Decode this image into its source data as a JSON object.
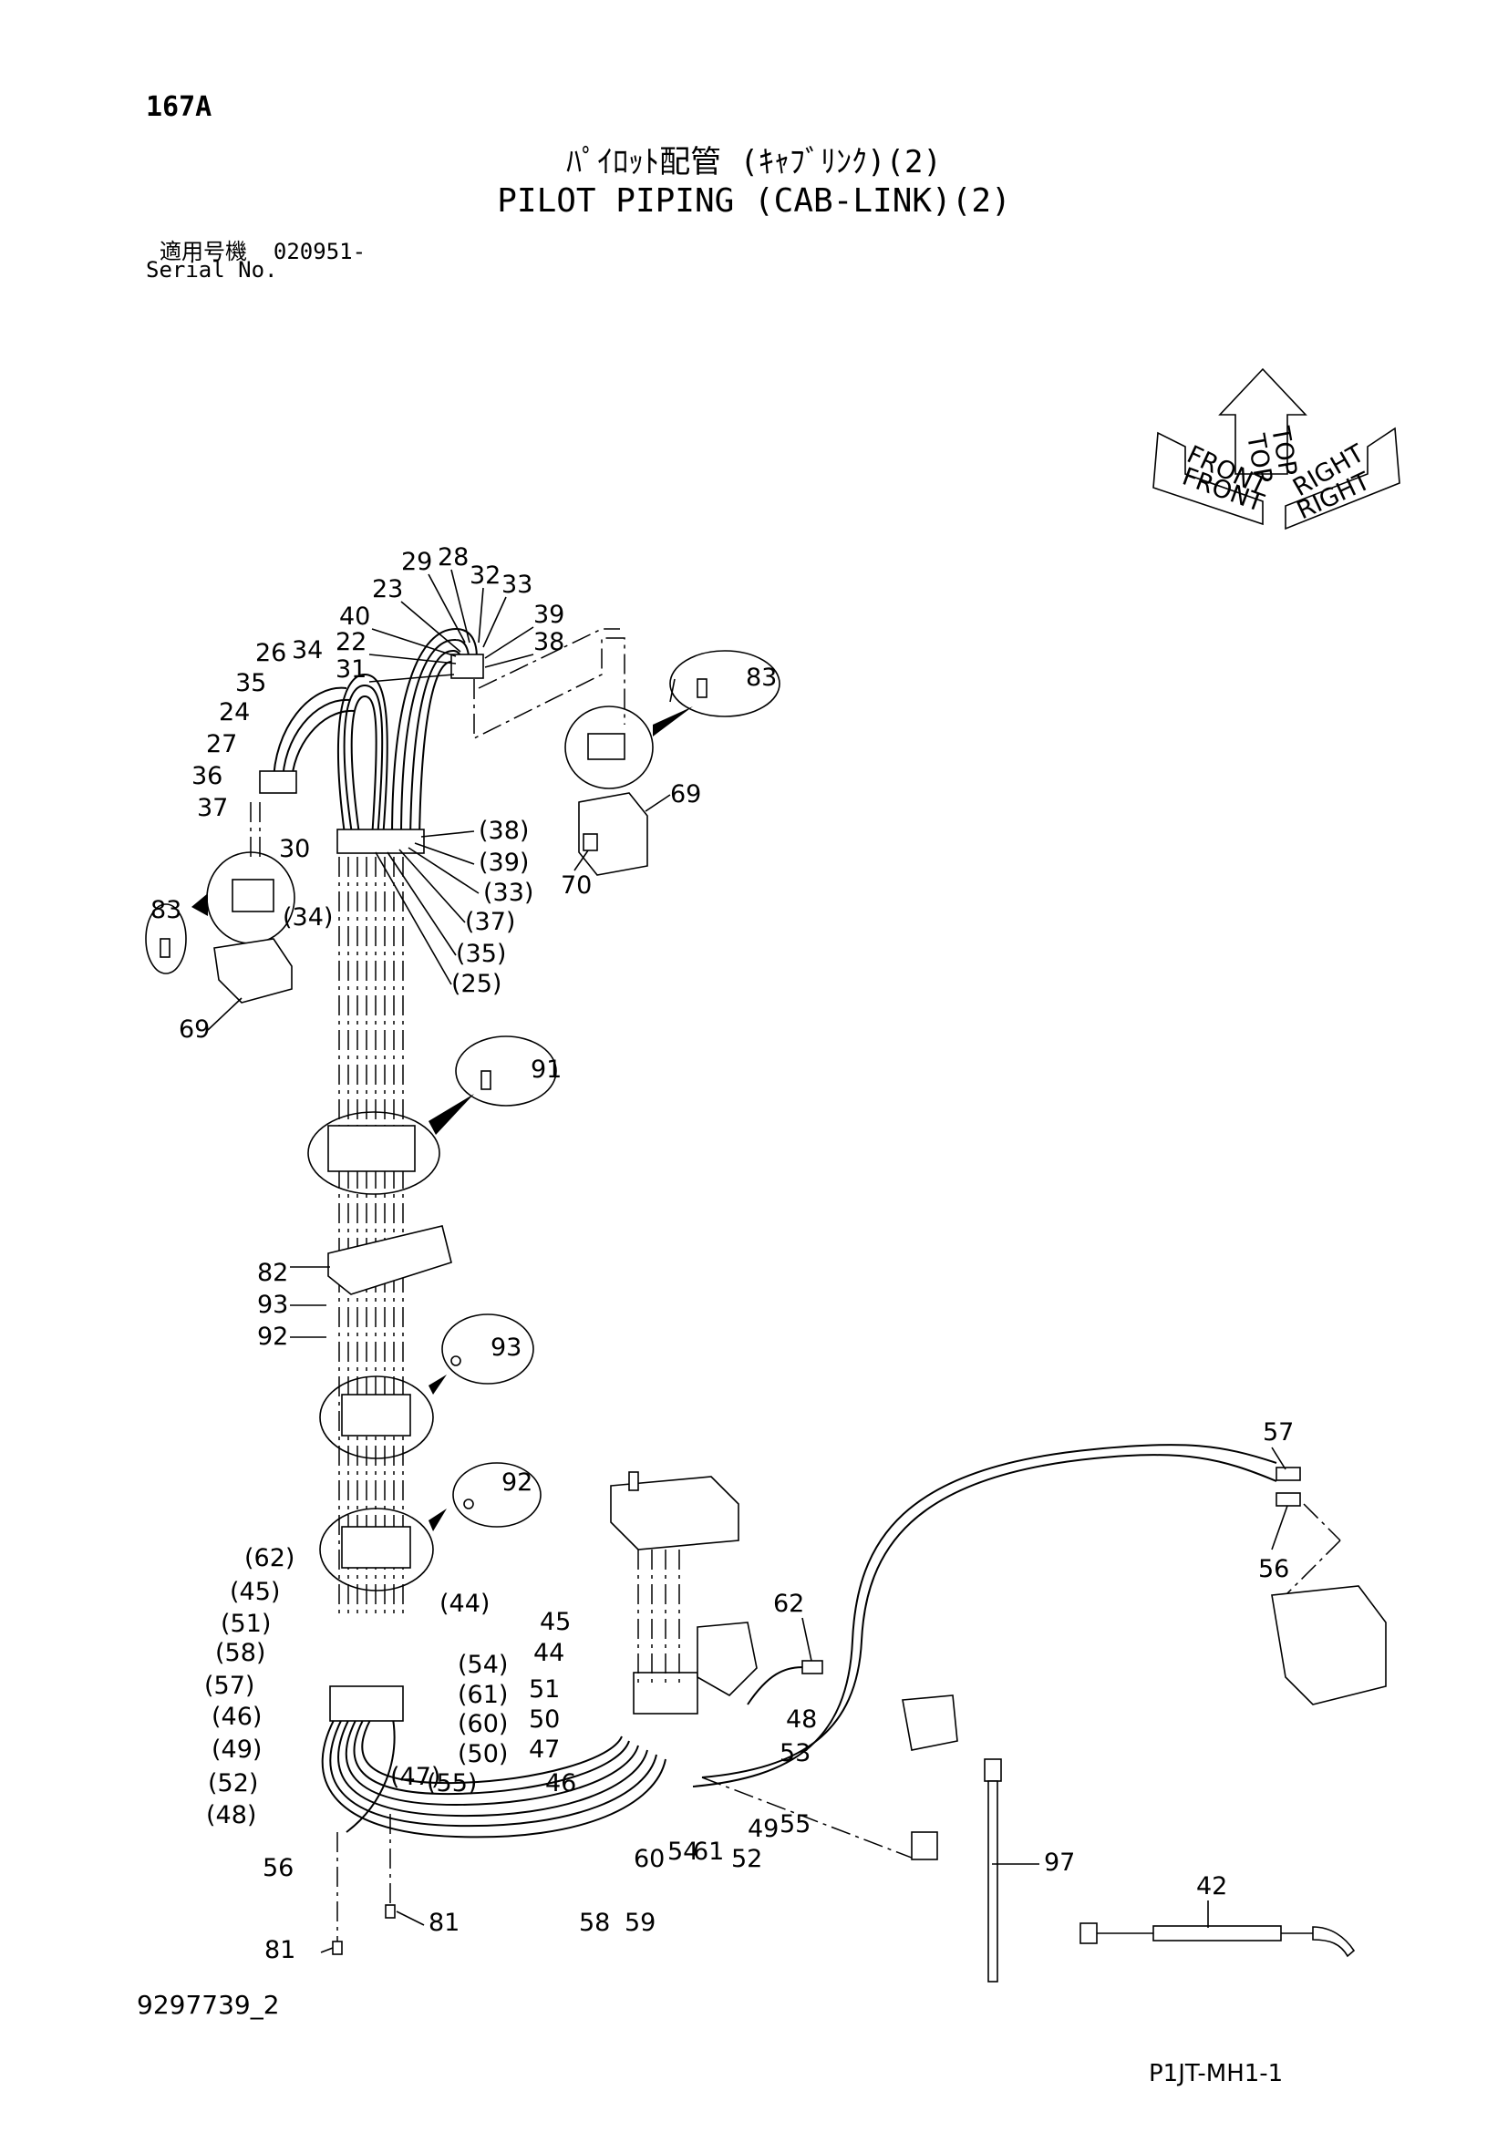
{
  "header": {
    "page_code": "167A",
    "title_jp": "ﾊﾟｲﾛｯﾄ配管 (ｷｬﾌﾞﾘﾝｸ)(2)",
    "title_en": "PILOT PIPING (CAB-LINK)(2)",
    "serial_label_jp": "適用号機",
    "serial_value": "020951-",
    "serial_label_en": "Serial No."
  },
  "orientation": {
    "top1": "TOP",
    "top2": "TOP",
    "front1": "FRONT",
    "front2": "FRONT",
    "right1": "RIGHT",
    "right2": "RIGHT"
  },
  "footer": {
    "doc_number": "9297739_2",
    "sheet_code": "P1JT-MH1-1"
  },
  "callouts": {
    "c29": "29",
    "c28": "28",
    "c32": "32",
    "c33": "33",
    "c23": "23",
    "c40": "40",
    "c39": "39",
    "c22": "22",
    "c38": "38",
    "c31": "31",
    "c26": "26",
    "c34": "34",
    "c35": "35",
    "c24": "24",
    "c27": "27",
    "c36": "36",
    "c37": "37",
    "c30": "30",
    "p38": "(38)",
    "p39": "(39)",
    "p33": "(33)",
    "p37": "(37)",
    "p35": "(35)",
    "p25": "(25)",
    "p34": "(34)",
    "c83a": "83",
    "c83b": "83",
    "c69a": "69",
    "c69b": "69",
    "c70": "70",
    "c91": "91",
    "c82": "82",
    "c93a": "93",
    "c92a": "92",
    "c93b": "93",
    "c92b": "92",
    "p62": "(62)",
    "p45": "(45)",
    "p51": "(51)",
    "p58": "(58)",
    "p57": "(57)",
    "p46": "(46)",
    "p49": "(49)",
    "p52": "(52)",
    "p48": "(48)",
    "p44": "(44)",
    "p54": "(54)",
    "p61": "(61)",
    "p60": "(60)",
    "p50": "(50)",
    "p55": "(55)",
    "p47": "(47)",
    "c56a": "56",
    "c81a": "81",
    "c81b": "81",
    "c45": "45",
    "c44": "44",
    "c51": "51",
    "c50": "50",
    "c47": "47",
    "c46": "46",
    "c62": "62",
    "c48": "48",
    "c53": "53",
    "c55": "55",
    "c49": "49",
    "c52": "52",
    "c61": "61",
    "c54": "54",
    "c60": "60",
    "c58": "58",
    "c59": "59",
    "c57": "57",
    "c56b": "56",
    "c97": "97",
    "c42": "42"
  }
}
